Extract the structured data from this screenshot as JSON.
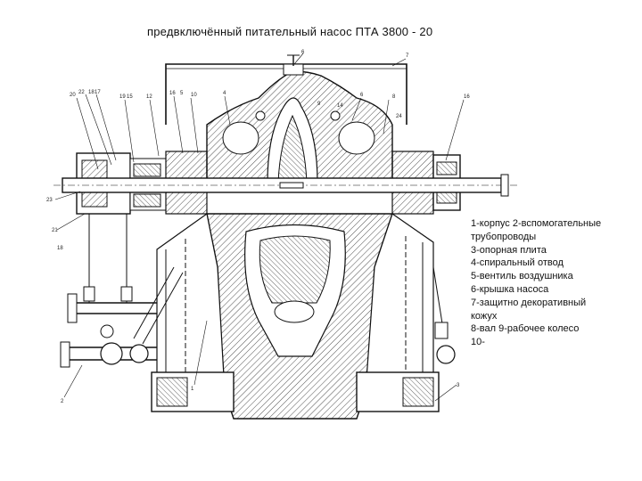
{
  "title": "предвключённый питательный насос ПТА  3800 - 20",
  "legend": [
    "1-корпус 2-вспомогательные",
    "трубопроводы",
    "3-опорная плита",
    "4-спиральный отвод",
    "5-вентиль воздушника",
    "6-крышка насоса",
    "7-защитно декоративный",
    " кожух",
    "8-вал      9-рабочее колесо",
    "10-"
  ],
  "callouts": [
    "6",
    "7",
    "20",
    "22",
    "18",
    "17",
    "19",
    "15",
    "12",
    "16",
    "5",
    "10",
    "4",
    "6",
    "9",
    "14",
    "8",
    "24",
    "16",
    "23",
    "21",
    "18",
    "1",
    "2",
    "3"
  ]
}
